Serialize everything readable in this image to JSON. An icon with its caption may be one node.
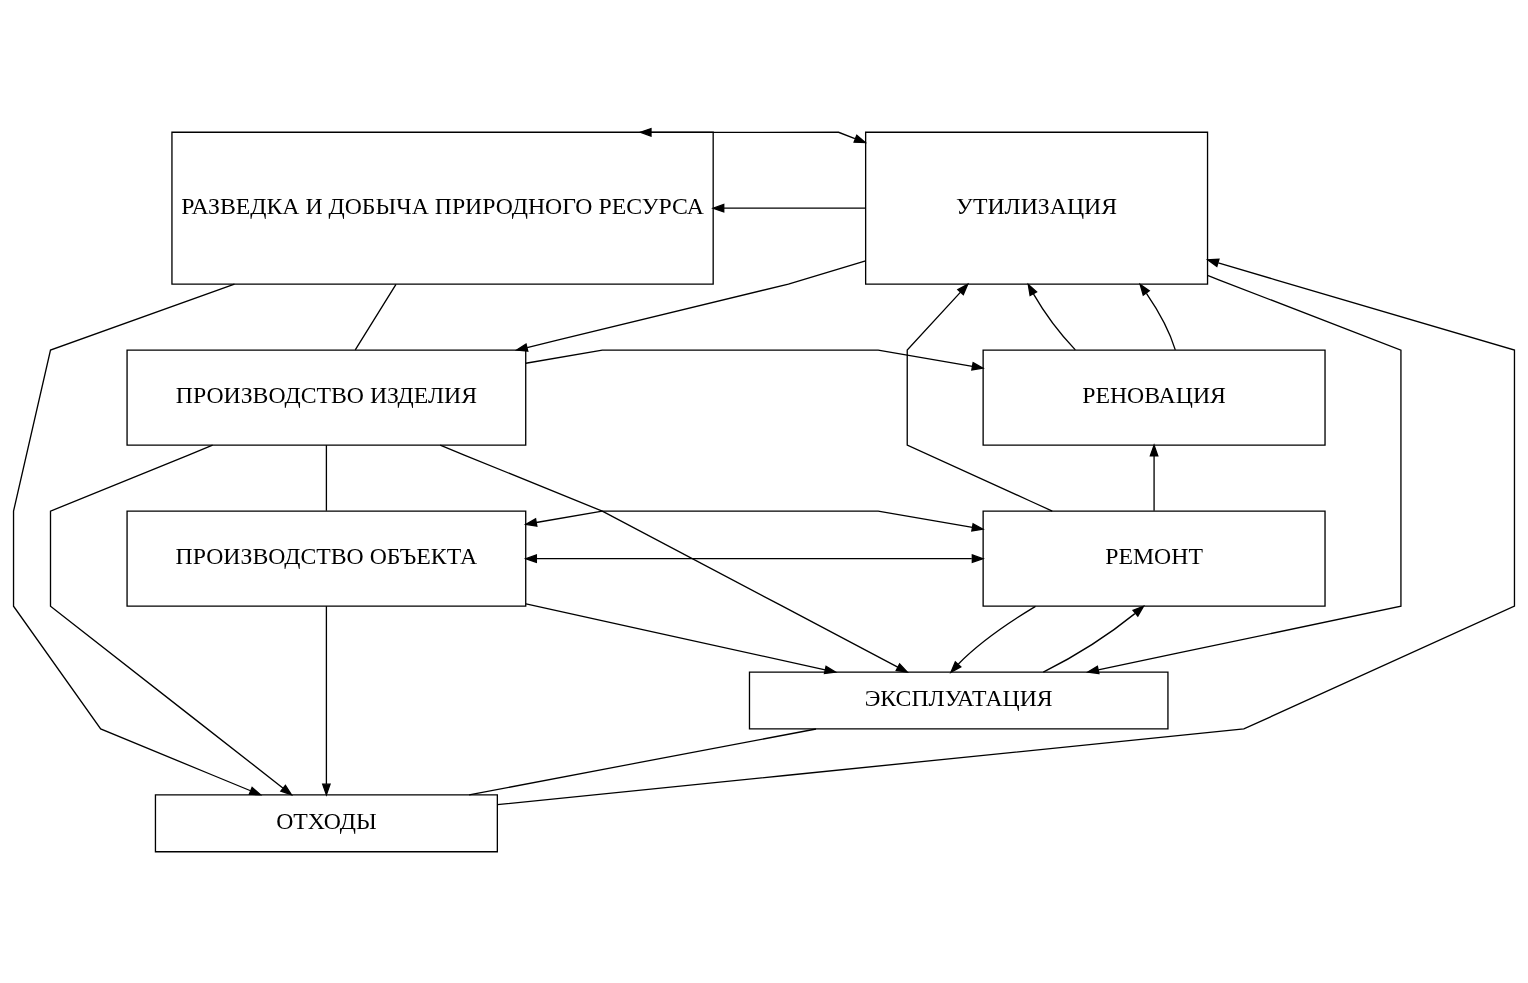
{
  "diagram": {
    "nodes": [
      {
        "text": [
          "РАЗВЕДКА И ДОБЫЧА ПРИРОДНОГО РЕСУРСА"
        ]
      },
      {
        "text": [
          "УТИЛИЗАЦИЯ"
        ]
      },
      {
        "text": [
          "ПРОИЗВОДСТВО ИЗДЕЛИЯ"
        ]
      },
      {
        "text": [
          "РЕНОВАЦИЯ"
        ]
      },
      {
        "text": [
          "ПРОИЗВОДСТВО ОБЪЕКТА"
        ]
      },
      {
        "text": [
          "РЕМОНТ"
        ]
      },
      {
        "text": [
          "ЭКСПЛУАТАЦИЯ"
        ]
      },
      {
        "text": [
          "ОТХОДЫ"
        ]
      }
    ],
    "edges": [
      {
        "from": 1,
        "to": 0,
        "arrow": "to"
      },
      {
        "from": 0,
        "to": 1,
        "arrow": "both"
      },
      {
        "from": 1,
        "to": 6,
        "arrow": "to"
      },
      {
        "from": 1,
        "to": 2,
        "arrow": "to"
      },
      {
        "from": 0,
        "to": 2,
        "arrow": "none"
      },
      {
        "from": 2,
        "to": 3,
        "arrow": "to"
      },
      {
        "from": 2,
        "to": 6,
        "arrow": "to"
      },
      {
        "from": 2,
        "to": 4,
        "arrow": "none"
      },
      {
        "from": 4,
        "to": 5,
        "arrow": "both"
      },
      {
        "from": 4,
        "to": 5,
        "arrow": "both"
      },
      {
        "from": 4,
        "to": 6,
        "arrow": "to"
      },
      {
        "from": 5,
        "to": 3,
        "arrow": "to"
      },
      {
        "from": 3,
        "to": 1,
        "arrow": "to"
      },
      {
        "from": 5,
        "to": 6,
        "arrow": "to"
      },
      {
        "from": 6,
        "to": 5,
        "arrow": "to"
      },
      {
        "from": 6,
        "to": 7,
        "arrow": "none"
      },
      {
        "from": 0,
        "to": 7,
        "arrow": "to"
      },
      {
        "from": 2,
        "to": 7,
        "arrow": "to"
      },
      {
        "from": 4,
        "to": 7,
        "arrow": "to"
      },
      {
        "from": 7,
        "to": 1,
        "arrow": "to"
      },
      {
        "from": 3,
        "to": 1,
        "arrow": "to"
      },
      {
        "from": 5,
        "to": 1,
        "arrow": "to"
      }
    ]
  }
}
